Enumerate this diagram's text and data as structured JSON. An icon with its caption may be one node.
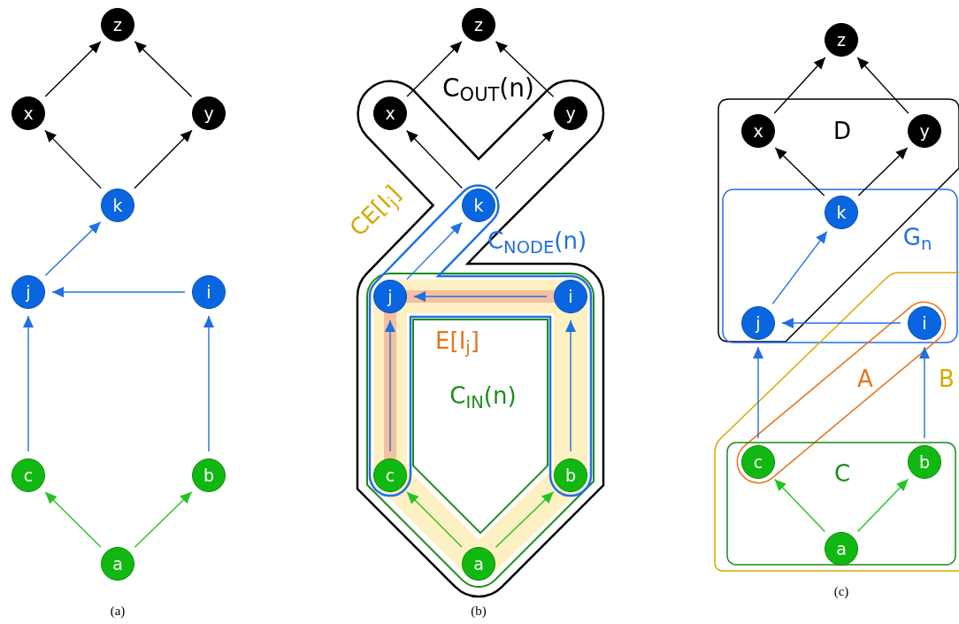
{
  "diagram": {
    "nodes": [
      {
        "text": [
          "z"
        ]
      },
      {
        "text": [
          "x"
        ]
      },
      {
        "text": [
          "y"
        ]
      },
      {
        "text": [
          "k"
        ]
      },
      {
        "text": [
          "j"
        ]
      },
      {
        "text": [
          "i"
        ]
      },
      {
        "text": [
          "c"
        ]
      },
      {
        "text": [
          "b"
        ]
      },
      {
        "text": [
          "a"
        ]
      },
      {
        "text": [
          "z"
        ]
      },
      {
        "text": [
          "x"
        ]
      },
      {
        "text": [
          "y"
        ]
      },
      {
        "text": [
          "k"
        ]
      },
      {
        "text": [
          "j"
        ]
      },
      {
        "text": [
          "i"
        ]
      },
      {
        "text": [
          "c"
        ]
      },
      {
        "text": [
          "b"
        ]
      },
      {
        "text": [
          "a"
        ]
      },
      {
        "text": [
          "z"
        ]
      },
      {
        "text": [
          "x"
        ]
      },
      {
        "text": [
          "y"
        ]
      },
      {
        "text": [
          "k"
        ]
      },
      {
        "text": [
          "j"
        ]
      },
      {
        "text": [
          "i"
        ]
      },
      {
        "text": [
          "c"
        ]
      },
      {
        "text": [
          "b"
        ]
      },
      {
        "text": [
          "a"
        ]
      }
    ],
    "edges": [
      {
        "from": 1,
        "to": 0,
        "arrow": "to"
      },
      {
        "from": 2,
        "to": 0,
        "arrow": "to"
      },
      {
        "from": 3,
        "to": 1,
        "arrow": "to"
      },
      {
        "from": 3,
        "to": 2,
        "arrow": "to"
      },
      {
        "from": 4,
        "to": 3,
        "arrow": "to",
        "color": "#1f6fe5"
      },
      {
        "from": 5,
        "to": 4,
        "arrow": "to",
        "color": "#1f6fe5"
      },
      {
        "from": 6,
        "to": 4,
        "arrow": "to",
        "color": "#1f6fe5"
      },
      {
        "from": 7,
        "to": 5,
        "arrow": "to",
        "color": "#1f6fe5"
      },
      {
        "from": 8,
        "to": 6,
        "arrow": "to",
        "color": "#22c422"
      },
      {
        "from": 8,
        "to": 7,
        "arrow": "to",
        "color": "#22c422"
      },
      {
        "from": 10,
        "to": 9,
        "arrow": "to"
      },
      {
        "from": 11,
        "to": 9,
        "arrow": "to"
      },
      {
        "from": 12,
        "to": 10,
        "arrow": "to"
      },
      {
        "from": 12,
        "to": 11,
        "arrow": "to"
      },
      {
        "from": 13,
        "to": 12,
        "arrow": "to",
        "color": "#1f6fe5"
      },
      {
        "from": 14,
        "to": 13,
        "arrow": "to",
        "color": "#1f6fe5"
      },
      {
        "from": 15,
        "to": 13,
        "arrow": "to",
        "color": "#1f6fe5"
      },
      {
        "from": 16,
        "to": 14,
        "arrow": "to",
        "color": "#1f6fe5"
      },
      {
        "from": 17,
        "to": 15,
        "arrow": "to",
        "color": "#22c422"
      },
      {
        "from": 17,
        "to": 16,
        "arrow": "to",
        "color": "#22c422"
      },
      {
        "from": 19,
        "to": 18,
        "arrow": "to"
      },
      {
        "from": 20,
        "to": 18,
        "arrow": "to"
      },
      {
        "from": 21,
        "to": 19,
        "arrow": "to"
      },
      {
        "from": 21,
        "to": 20,
        "arrow": "to"
      },
      {
        "from": 22,
        "to": 21,
        "arrow": "to",
        "color": "#1f6fe5"
      },
      {
        "from": 23,
        "to": 22,
        "arrow": "to",
        "color": "#1f6fe5"
      },
      {
        "from": 24,
        "to": 22,
        "arrow": "to",
        "color": "#1f6fe5"
      },
      {
        "from": 25,
        "to": 23,
        "arrow": "to",
        "color": "#1f6fe5"
      },
      {
        "from": 26,
        "to": 24,
        "arrow": "to",
        "color": "#22c422"
      },
      {
        "from": 26,
        "to": 25,
        "arrow": "to",
        "color": "#22c422"
      }
    ],
    "labels": [
      "C$_{OUT}$(n)",
      "CE[I$_{j}$]",
      "C$_{NODE}$(n)",
      "E[I$_{j}$]",
      "C$_{IN}$(n)",
      "D",
      "G$_{n}$",
      "A",
      "B",
      "C",
      "(a)",
      "(b)",
      "(c)"
    ]
  }
}
